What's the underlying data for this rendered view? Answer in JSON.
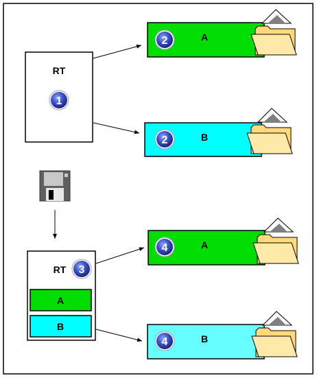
{
  "rt_top": {
    "label": "RT",
    "step": "1"
  },
  "rt_bottom": {
    "label": "RT",
    "step": "3",
    "slots": [
      "A",
      "B"
    ]
  },
  "targets": [
    {
      "label": "A",
      "step": "2",
      "color": "#00dd00"
    },
    {
      "label": "B",
      "step": "2",
      "color": "#00ffff"
    },
    {
      "label": "A",
      "step": "4",
      "color": "#00dd00"
    },
    {
      "label": "B",
      "step": "4",
      "color": "#66ffff"
    }
  ],
  "icons": {
    "floppy": "floppy-disk-icon",
    "folder": "open-folder-icon",
    "badge": "numbered-circle-badge"
  },
  "colors": {
    "green": "#00dd00",
    "cyan": "#00ffff",
    "light_cyan": "#66ffff",
    "badge_fill": "#2b3fae",
    "folder_fill": "#ffe08a"
  }
}
